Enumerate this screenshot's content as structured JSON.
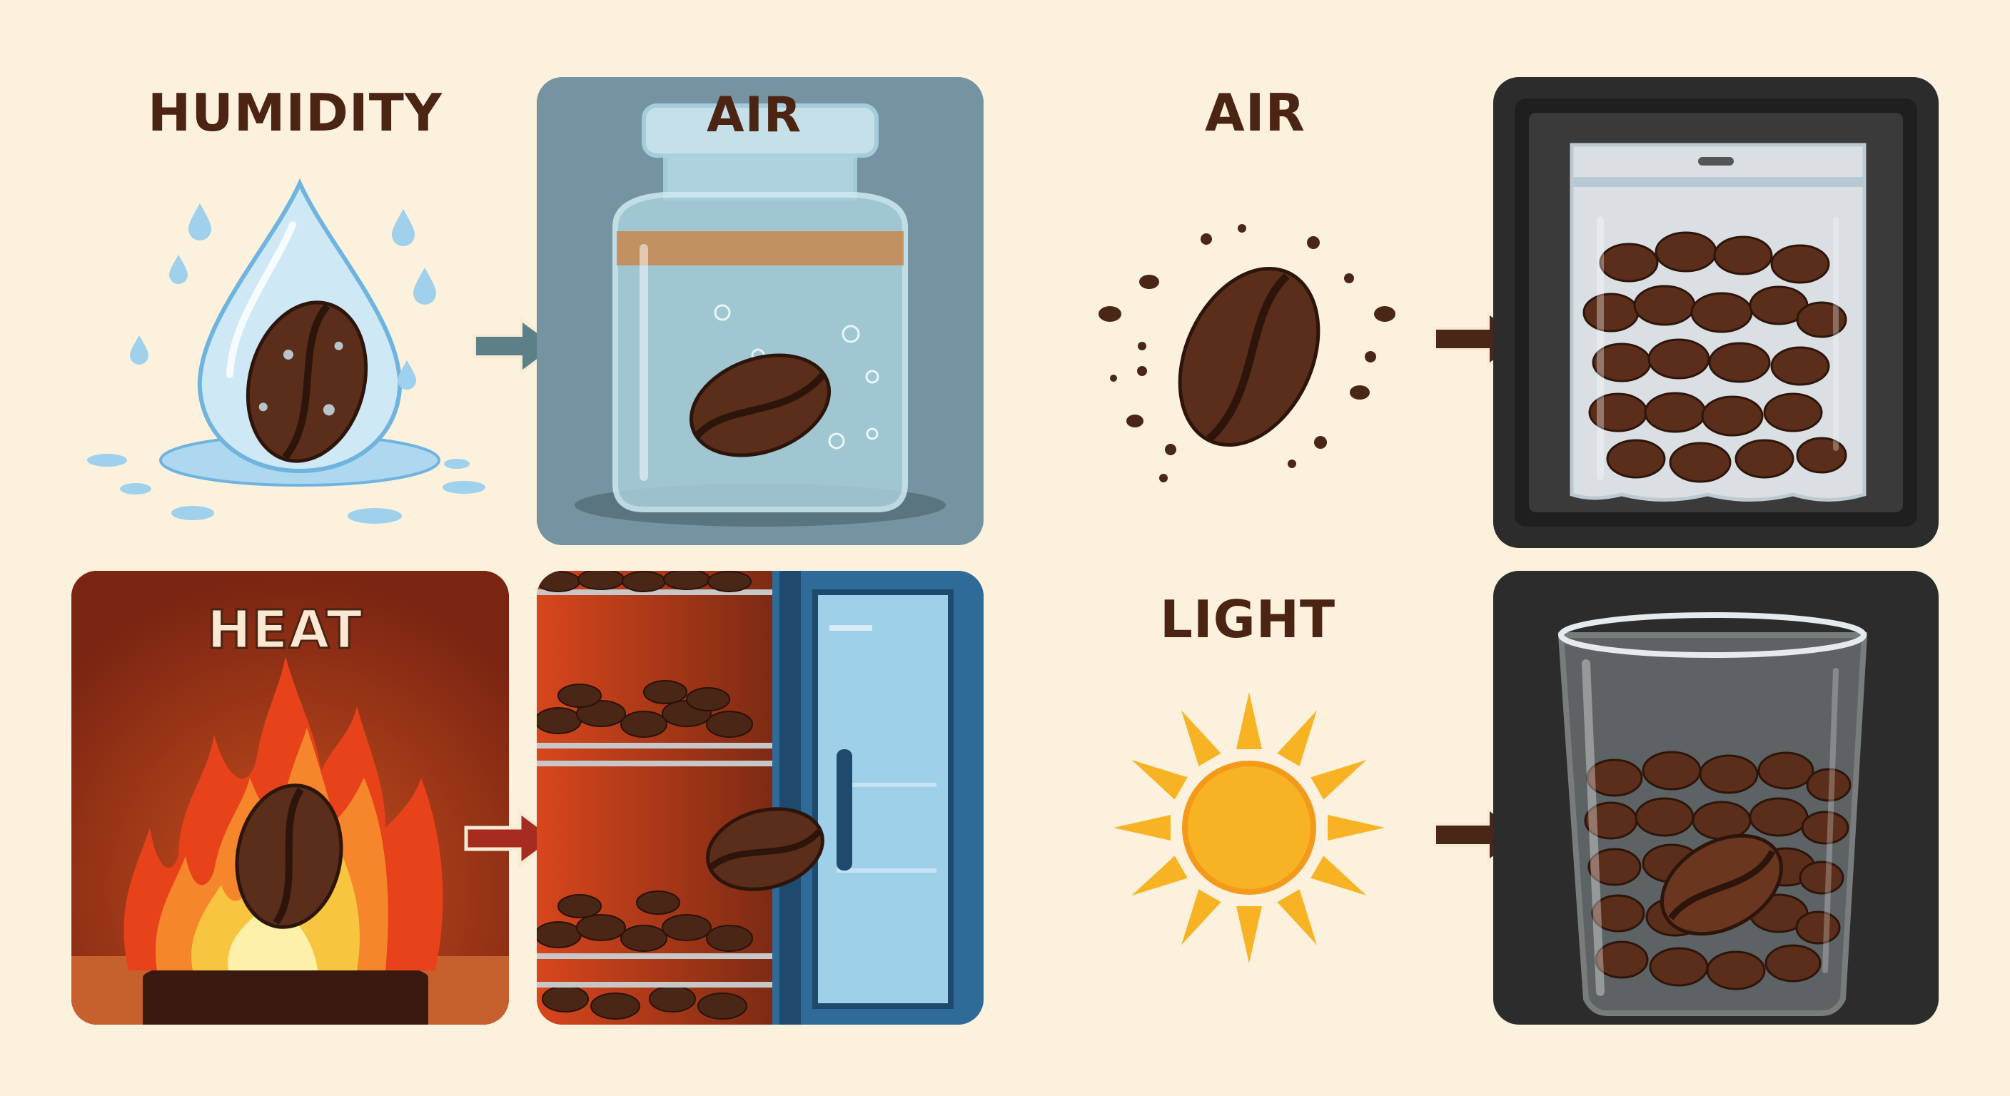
{
  "labels": {
    "humidity": "HUMIDITY",
    "air_jar": "AIR",
    "air": "AIR",
    "heat": "HEAT",
    "light": "LIGHT"
  },
  "colors": {
    "background": "#fbf1dd",
    "label": "#4b2413",
    "bean": "#5a2e1a",
    "arrow_blue": "#5d7f88",
    "arrow_dark": "#4a2616",
    "arrow_red": "#a52c1e",
    "jar_panel": "#6f8d96",
    "dark_panel": "#2c2c2c",
    "heat_panel": "#8e2c16",
    "sun": "#f7b324"
  },
  "icons": [
    "water-drop-icon",
    "coffee-bean-icon",
    "arrow-right-icon",
    "jar-icon",
    "flame-icon",
    "refrigerator-icon",
    "vacuum-bag-icon",
    "sun-icon",
    "glass-container-icon"
  ]
}
